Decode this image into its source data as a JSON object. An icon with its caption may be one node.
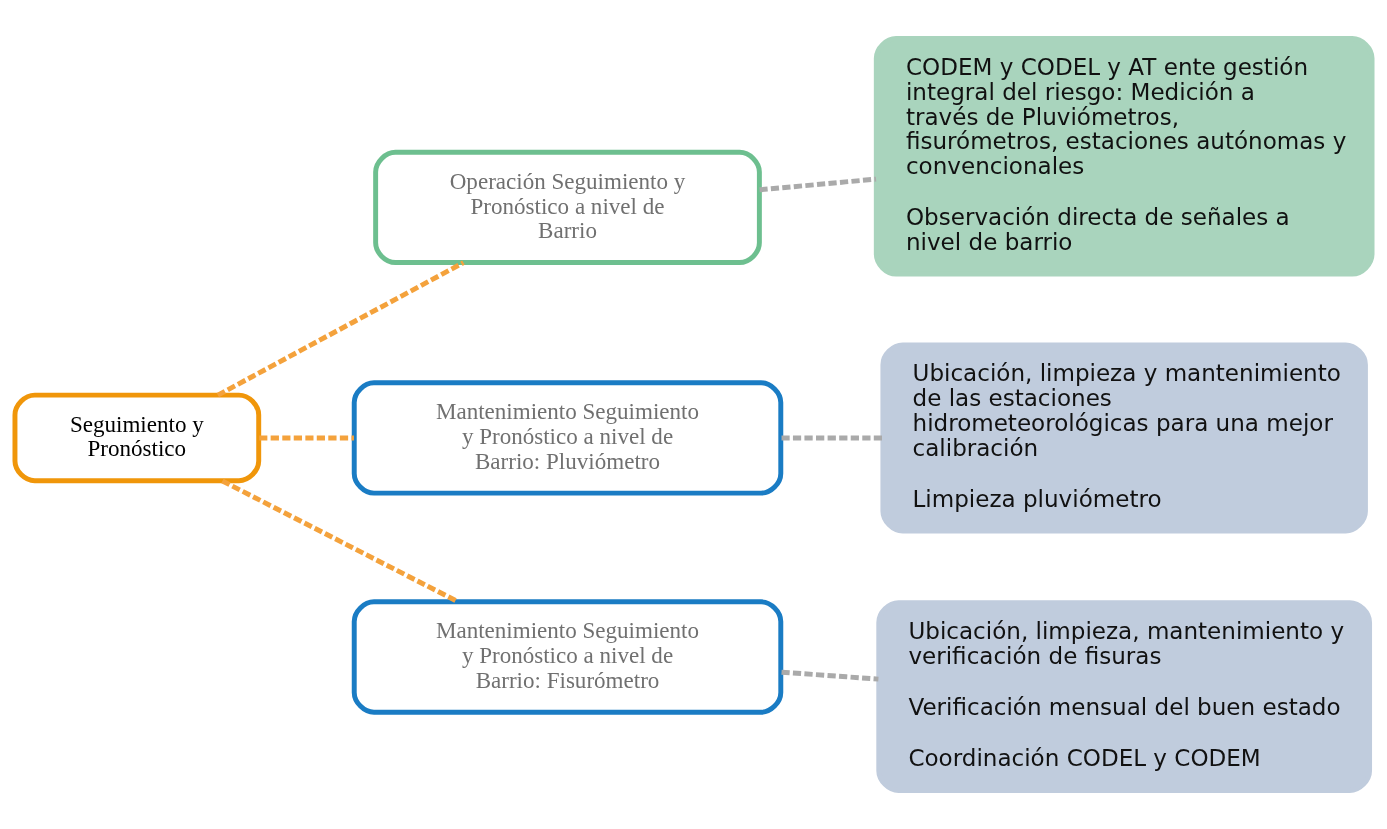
{
  "diagram": {
    "nodes": [
      {
        "text": [
          "Seguimiento y Pronóstico"
        ]
      },
      {
        "text": [
          "Operación Seguimiento y Pronóstico a nivel de Barrio"
        ]
      },
      {
        "text": [
          "Mantenimiento Seguimiento y Pronóstico a nivel de Barrio: Pluviómetro"
        ]
      },
      {
        "text": [
          "Mantenimiento Seguimiento y Pronóstico a nivel de Barrio: Fisurómetro"
        ]
      },
      {
        "text": [
          "CODEM y CODEL y AT ente gestión integral del riesgo: Medición a través de Pluviómetros, fisurómetros, estaciones autónomas y convencionales",
          "Observación directa de señales a nivel de barrio"
        ]
      },
      {
        "text": [
          "Ubicación, limpieza y mantenimiento de las estaciones hidrometeorológicas para una mejor calibración",
          "Limpieza pluviómetro"
        ]
      },
      {
        "text": [
          "Ubicación, limpieza, mantenimiento y verificación de fisuras",
          "Verificación mensual del buen estado",
          "Coordinación CODEL y CODEM"
        ]
      }
    ],
    "edges": [
      {
        "from": 0,
        "to": 1,
        "arrow": "none",
        "style": "dashed",
        "color": "#f4a23c"
      },
      {
        "from": 0,
        "to": 2,
        "arrow": "none",
        "style": "dashed",
        "color": "#f4a23c"
      },
      {
        "from": 0,
        "to": 3,
        "arrow": "none",
        "style": "dashed",
        "color": "#f4a23c"
      },
      {
        "from": 1,
        "to": 4,
        "arrow": "none",
        "style": "dashed",
        "color": "#aaaaaa"
      },
      {
        "from": 2,
        "to": 5,
        "arrow": "none",
        "style": "dashed",
        "color": "#aaaaaa"
      },
      {
        "from": 3,
        "to": 6,
        "arrow": "none",
        "style": "dashed",
        "color": "#aaaaaa"
      }
    ]
  }
}
